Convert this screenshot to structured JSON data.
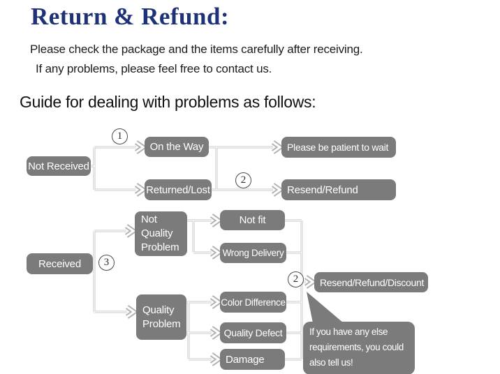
{
  "header": {
    "title": "Return & Refund:",
    "intro_line1": "Please check the package and the items carefully after receiving.",
    "intro_line2": "If any problems, please feel free to contact us.",
    "guide_heading": "Guide for dealing with problems as follows:"
  },
  "flowchart": {
    "nodes": [
      {
        "id": "not-received",
        "label": "Not Received"
      },
      {
        "id": "on-the-way",
        "label": "On the Way"
      },
      {
        "id": "returned-lost",
        "label": "Returned/Lost"
      },
      {
        "id": "please-be-patient",
        "label": "Please be patient to wait"
      },
      {
        "id": "resend-refund",
        "label": "Resend/Refund"
      },
      {
        "id": "received",
        "label": "Received"
      },
      {
        "id": "not-quality-problem",
        "label": "Not Quality Problem"
      },
      {
        "id": "not-fit",
        "label": "Not fit"
      },
      {
        "id": "wrong-delivery",
        "label": "Wrong Delivery"
      },
      {
        "id": "quality-problem",
        "label": "Quality Problem"
      },
      {
        "id": "color-difference",
        "label": "Color Difference"
      },
      {
        "id": "quality-defect",
        "label": "Quality Defect"
      },
      {
        "id": "damage",
        "label": "Damage"
      },
      {
        "id": "resend-refund-discount",
        "label": "Resend/Refund/Discount"
      }
    ],
    "badges": [
      {
        "digit": "1"
      },
      {
        "digit": "2"
      },
      {
        "digit": "3"
      },
      {
        "digit": "2"
      }
    ],
    "note": "If you have any else requirements, you could also tell us!"
  },
  "colors": {
    "title_blue": "#1e3278",
    "box_gray": "#7b7b7b",
    "box_text": "#ffffff",
    "connector_gray": "#c6c6c6",
    "arrow_gray": "#b2b2b2"
  }
}
